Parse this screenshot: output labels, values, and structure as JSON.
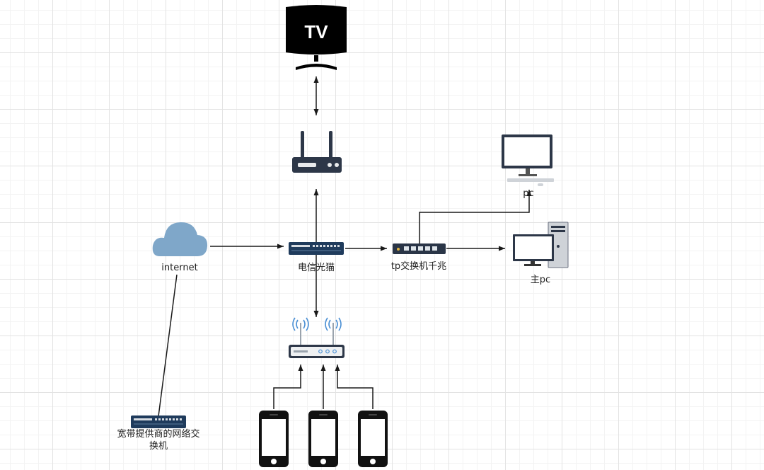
{
  "diagram": {
    "nodes": {
      "tv": {
        "icon": "tv-icon",
        "text": "TV"
      },
      "wifi_router_top": {
        "icon": "wifi-router-icon"
      },
      "cloud": {
        "icon": "cloud-icon",
        "label": "internet"
      },
      "modem": {
        "icon": "modem-icon",
        "label": "电信光猫"
      },
      "tp_switch": {
        "icon": "switch-icon",
        "label": "tp交换机千兆"
      },
      "pc": {
        "icon": "monitor-icon",
        "label": "pc"
      },
      "main_pc": {
        "icon": "desktop-tower-icon",
        "label": "主pc"
      },
      "wireless_router": {
        "icon": "wireless-router-icon"
      },
      "isp_switch": {
        "icon": "switch-icon",
        "label_line1": "宽带提供商的网络交",
        "label_line2": "换机"
      },
      "phones": [
        {
          "icon": "smartphone-icon"
        },
        {
          "icon": "smartphone-icon"
        },
        {
          "icon": "smartphone-icon"
        }
      ]
    },
    "edges": [
      {
        "from": "tv",
        "to": "wifi_router_top",
        "style": "bidirectional"
      },
      {
        "from": "modem",
        "to": "wifi_router_top",
        "style": "arrow"
      },
      {
        "from": "cloud",
        "to": "modem",
        "style": "arrow"
      },
      {
        "from": "modem",
        "to": "tp_switch",
        "style": "arrow"
      },
      {
        "from": "tp_switch",
        "to": "main_pc",
        "style": "arrow"
      },
      {
        "from": "tp_switch",
        "to": "pc",
        "style": "arrow"
      },
      {
        "from": "modem",
        "to": "wireless_router",
        "style": "arrow"
      },
      {
        "from": "phones.0",
        "to": "wireless_router",
        "style": "arrow"
      },
      {
        "from": "phones.1",
        "to": "wireless_router",
        "style": "arrow"
      },
      {
        "from": "phones.2",
        "to": "wireless_router",
        "style": "arrow"
      },
      {
        "from": "cloud",
        "to": "isp_switch",
        "style": "line"
      }
    ]
  },
  "colors": {
    "ink": "#1a1a1a",
    "device_dark": "#2d3748",
    "device_navy": "#1f3b5c",
    "device_light": "#e6e8ea",
    "cloud": "#7fa7c9",
    "led_blue": "#4a8fd4"
  }
}
